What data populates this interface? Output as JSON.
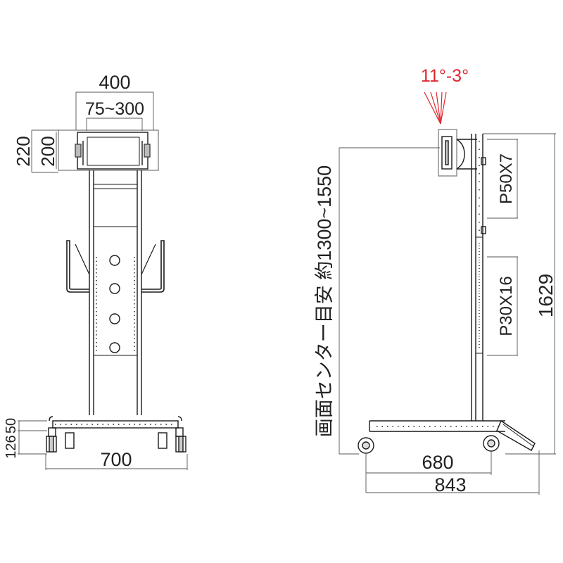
{
  "colors": {
    "line": "#1a1a1a",
    "dim": "#555555",
    "tilt": "#e0262e",
    "background": "#ffffff"
  },
  "front_view": {
    "mount_width_overall": "400",
    "mount_width_range": "75~300",
    "mount_height_overall": "220",
    "mount_height_inner": "200",
    "base_height_upper": "50",
    "base_height_lower": "126",
    "base_width": "700"
  },
  "side_view": {
    "tilt_label": "11°-3°",
    "center_height_label": "画面センター目安 約1300~1550",
    "upper_pitch": "P50X7",
    "lower_pitch": "P30X16",
    "total_height": "1629",
    "wheelbase": "680",
    "overall_depth": "843"
  }
}
